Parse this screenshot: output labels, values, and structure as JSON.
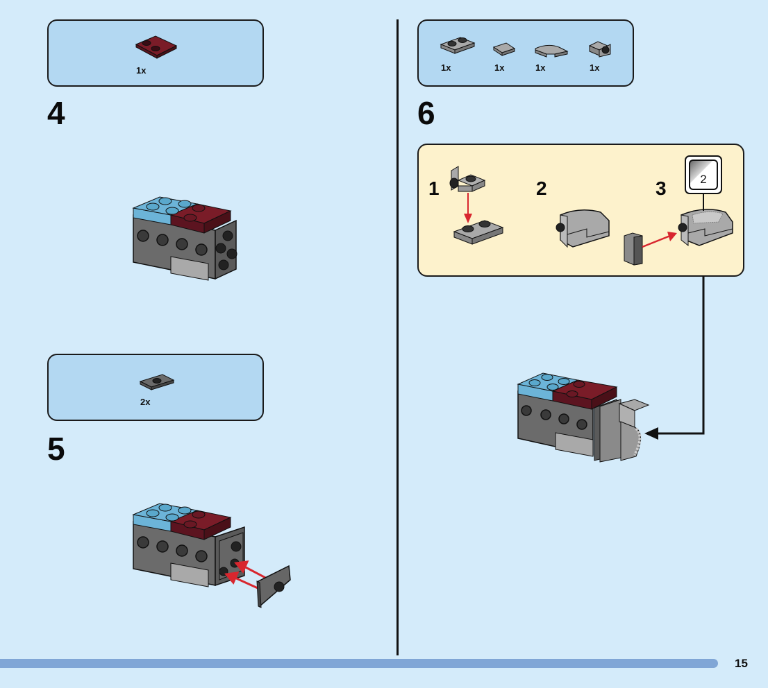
{
  "page": {
    "number": "15"
  },
  "colors": {
    "background": "#d4ebfa",
    "parts_box": "#b3d8f2",
    "sub_panel": "#fdf2cc",
    "footer_bar": "#80a6d6",
    "dark_red": "#7a1c28",
    "medium_azure": "#6cb4d8",
    "dark_gray": "#6b6b6b",
    "light_gray": "#a9a9a9",
    "arrow_red": "#d8262e"
  },
  "steps": [
    {
      "number": "4",
      "parts": [
        {
          "name": "plate-2x2-with-2-studs-dark-red",
          "qty": "1x"
        }
      ]
    },
    {
      "number": "5",
      "parts": [
        {
          "name": "jumper-plate-1x2-dark-gray",
          "qty": "2x"
        }
      ]
    },
    {
      "number": "6",
      "parts": [
        {
          "name": "plate-1x2-light-gray",
          "qty": "1x"
        },
        {
          "name": "tile-1x1-light-gray",
          "qty": "1x"
        },
        {
          "name": "curved-slope-1x2-light-gray",
          "qty": "1x"
        },
        {
          "name": "bracket-1x1-with-stud-light-gray",
          "qty": "1x"
        }
      ],
      "sub_steps": [
        {
          "number": "1"
        },
        {
          "number": "2"
        },
        {
          "number": "3",
          "sticker": "2"
        }
      ]
    }
  ]
}
